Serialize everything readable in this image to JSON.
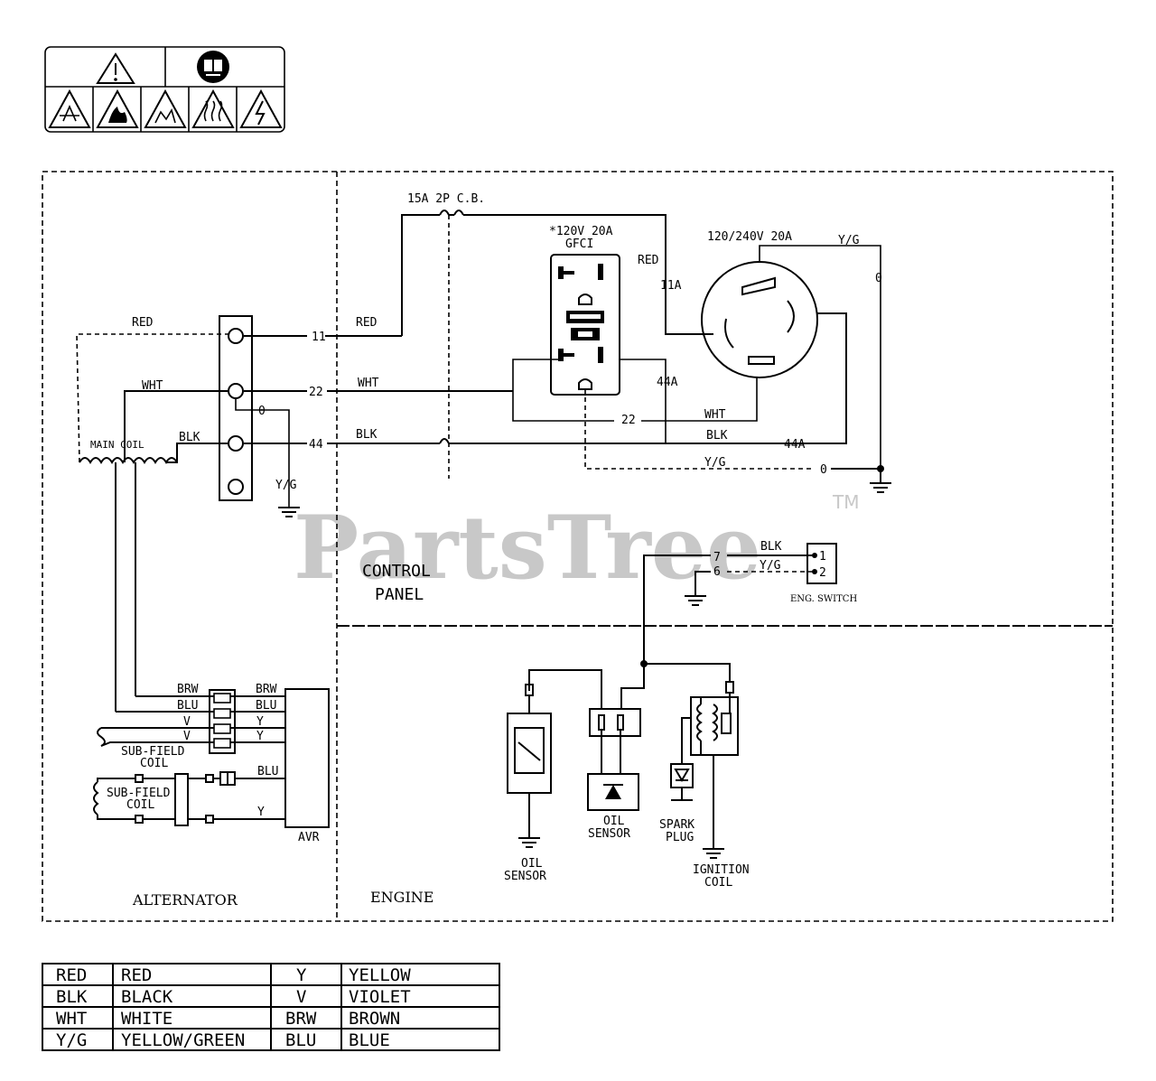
{
  "watermark": {
    "text": "PartsTree",
    "tm": "TM"
  },
  "safety_label": {
    "icons": [
      "warning-icon",
      "manual-icon",
      "explosion-icon",
      "fire-icon",
      "shock-icon",
      "hot-surface-icon",
      "electric-icon"
    ]
  },
  "sections": {
    "alternator": "ALTERNATOR",
    "control_panel_1": "CONTROL",
    "control_panel_2": "PANEL",
    "engine": "ENGINE"
  },
  "breaker": "15A 2P C.B.",
  "gfci": {
    "line1": "*120V 20A",
    "line2": "GFCI"
  },
  "twistlock": "120/240V 20A",
  "eng_switch": {
    "label": "ENG. SWITCH",
    "pin1": "1",
    "pin2": "2"
  },
  "wire_labels": {
    "red": "RED",
    "wht": "WHT",
    "blk": "BLK",
    "yg": "Y/G",
    "main_coil": "MAIN COIL",
    "n11": "11",
    "n22": "22",
    "n44": "44",
    "n0": "0",
    "n11a": "11A",
    "n44a": "44A",
    "n7": "7",
    "n6": "6",
    "brw": "BRW",
    "blu": "BLU",
    "v": "V",
    "y": "Y",
    "sub_field_1": "SUB-FIELD",
    "sub_field_2": "COIL",
    "avr": "AVR"
  },
  "engine_parts": {
    "oil_sensor_1": "OIL",
    "oil_sensor_2": "SENSOR",
    "spark_1": "SPARK",
    "spark_2": "PLUG",
    "ign_1": "IGNITION",
    "ign_2": "COIL"
  },
  "legend": [
    {
      "code": "RED",
      "name": "RED",
      "code2": "Y",
      "name2": "YELLOW"
    },
    {
      "code": "BLK",
      "name": "BLACK",
      "code2": "V",
      "name2": "VIOLET"
    },
    {
      "code": "WHT",
      "name": "WHITE",
      "code2": "BRW",
      "name2": "BROWN"
    },
    {
      "code": "Y/G",
      "name": "YELLOW/GREEN",
      "code2": "BLU",
      "name2": "BLUE"
    }
  ]
}
